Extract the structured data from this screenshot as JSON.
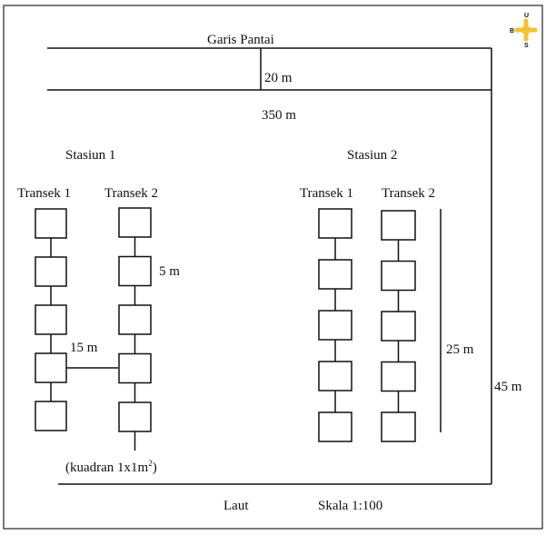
{
  "labels": {
    "shoreline": "Garis Pantai",
    "width_20": "20 m",
    "length_350": "350 m",
    "station_1": "Stasiun 1",
    "station_2": "Stasiun 2",
    "transect_1": "Transek 1",
    "transect_2": "Transek 2",
    "spacing_5": "5 m",
    "distance_15": "15 m",
    "length_25": "25 m",
    "height_45": "45 m",
    "quadrat_prefix": "(kuadran 1x1m",
    "quadrat_sup": "2",
    "quadrat_suffix": ")",
    "sea": "Laut",
    "scale": "Skala 1:100"
  },
  "compass": {
    "north": "U",
    "west": "B",
    "south": "S",
    "color": "#f2c230"
  }
}
